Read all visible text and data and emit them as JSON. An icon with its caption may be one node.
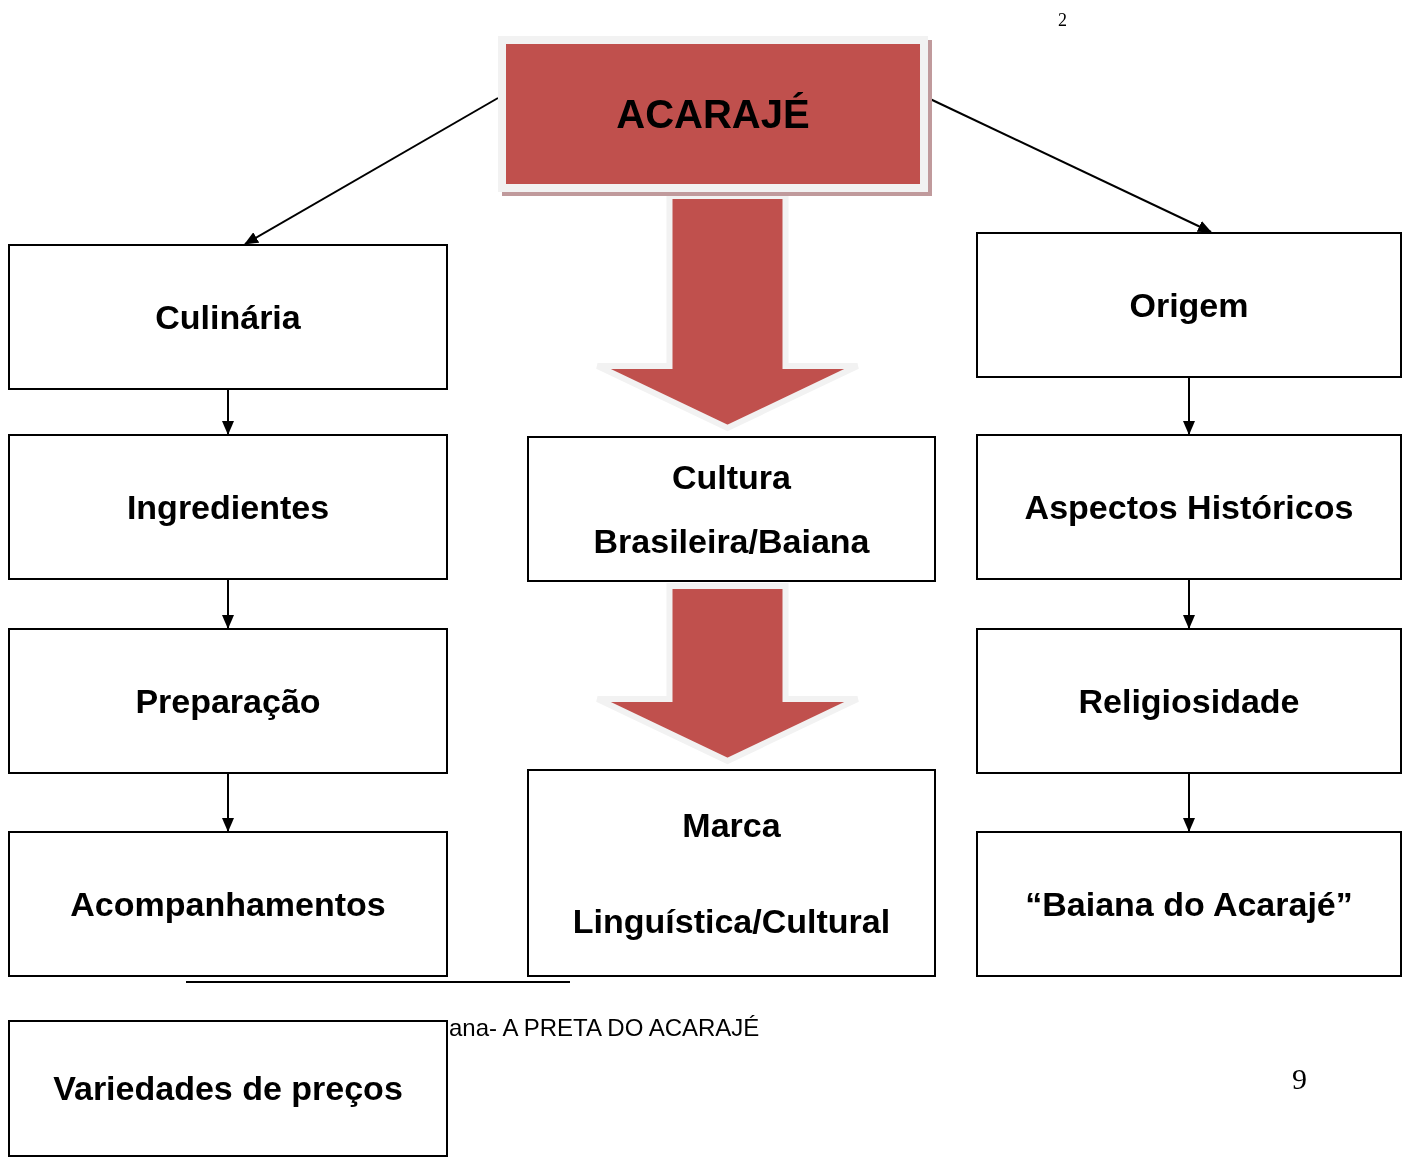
{
  "diagram": {
    "nodes": [
      {
        "text": [
          "ACARAJÉ"
        ]
      },
      {
        "text": [
          "Culinária"
        ]
      },
      {
        "text": [
          "Ingredientes"
        ]
      },
      {
        "text": [
          "Preparação"
        ]
      },
      {
        "text": [
          "Acompanhamentos"
        ]
      },
      {
        "text": [
          "Cultura Brasileira/Baiana"
        ]
      },
      {
        "text": [
          "Marca Linguística/Cultural"
        ]
      },
      {
        "text": [
          "Origem"
        ]
      },
      {
        "text": [
          "Aspectos Históricos"
        ]
      },
      {
        "text": [
          "Religiosidade"
        ]
      },
      {
        "text": [
          "“Baiana do Acarajé”"
        ]
      },
      {
        "text": [
          "Variedades de preços"
        ]
      }
    ],
    "edges": [
      {
        "from": 0,
        "to": 1,
        "arrow": "to"
      },
      {
        "from": 0,
        "to": 7,
        "arrow": "to"
      },
      {
        "from": 0,
        "to": 5,
        "arrow": "to",
        "style": "thick",
        "color": "#c0504d"
      },
      {
        "from": 1,
        "to": 2,
        "arrow": "to"
      },
      {
        "from": 2,
        "to": 3,
        "arrow": "to"
      },
      {
        "from": 3,
        "to": 4,
        "arrow": "to"
      },
      {
        "from": 5,
        "to": 6,
        "arrow": "to",
        "style": "thick",
        "color": "#c0504d"
      },
      {
        "from": 7,
        "to": 8,
        "arrow": "to"
      },
      {
        "from": 8,
        "to": 9,
        "arrow": "to"
      },
      {
        "from": 9,
        "to": 10,
        "arrow": "to"
      }
    ],
    "labels": [
      "2",
      "ana- A PRETA DO ACARAJÉ",
      "9"
    ]
  }
}
